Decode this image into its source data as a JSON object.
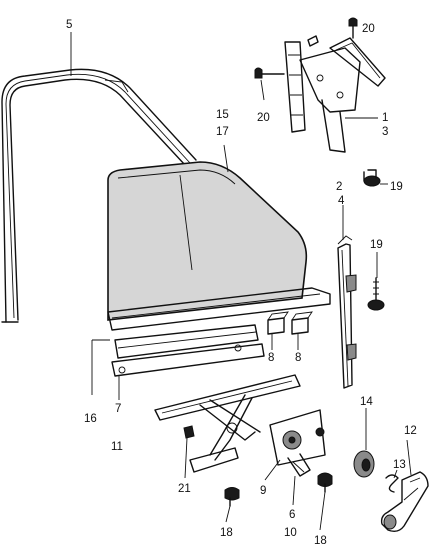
{
  "callouts": {
    "c5": "5",
    "c20a": "20",
    "c20b": "20",
    "c1": "1",
    "c3": "3",
    "c15": "15",
    "c17": "17",
    "c2": "2",
    "c19a": "19",
    "c4": "4",
    "c19b": "19",
    "c8a": "8",
    "c8b": "8",
    "c16": "16",
    "c7": "7",
    "c11": "11",
    "c14": "14",
    "c12": "12",
    "c13": "13",
    "c9": "9",
    "c21": "21",
    "c6": "6",
    "c10": "10",
    "c18a": "18",
    "c18b": "18"
  }
}
